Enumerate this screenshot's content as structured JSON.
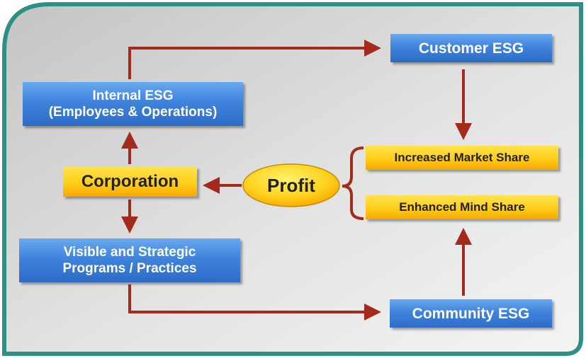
{
  "nodes": {
    "internal_esg": [
      "Internal ESG",
      "(Employees & Operations)"
    ],
    "customer_esg": "Customer ESG",
    "corporation": "Corporation",
    "profit": "Profit",
    "increased_market_share": "Increased Market Share",
    "enhanced_mind_share": "Enhanced Mind Share",
    "visible_programs": [
      "Visible and Strategic",
      "Programs / Practices"
    ],
    "community_esg": "Community ESG"
  },
  "colors": {
    "arrow": "#a52a1e",
    "frame_border": "#2e8f86",
    "box_blue": "#3f83dd",
    "box_yellow": "#ffce1a",
    "profit_fill": "#ffd21f"
  }
}
